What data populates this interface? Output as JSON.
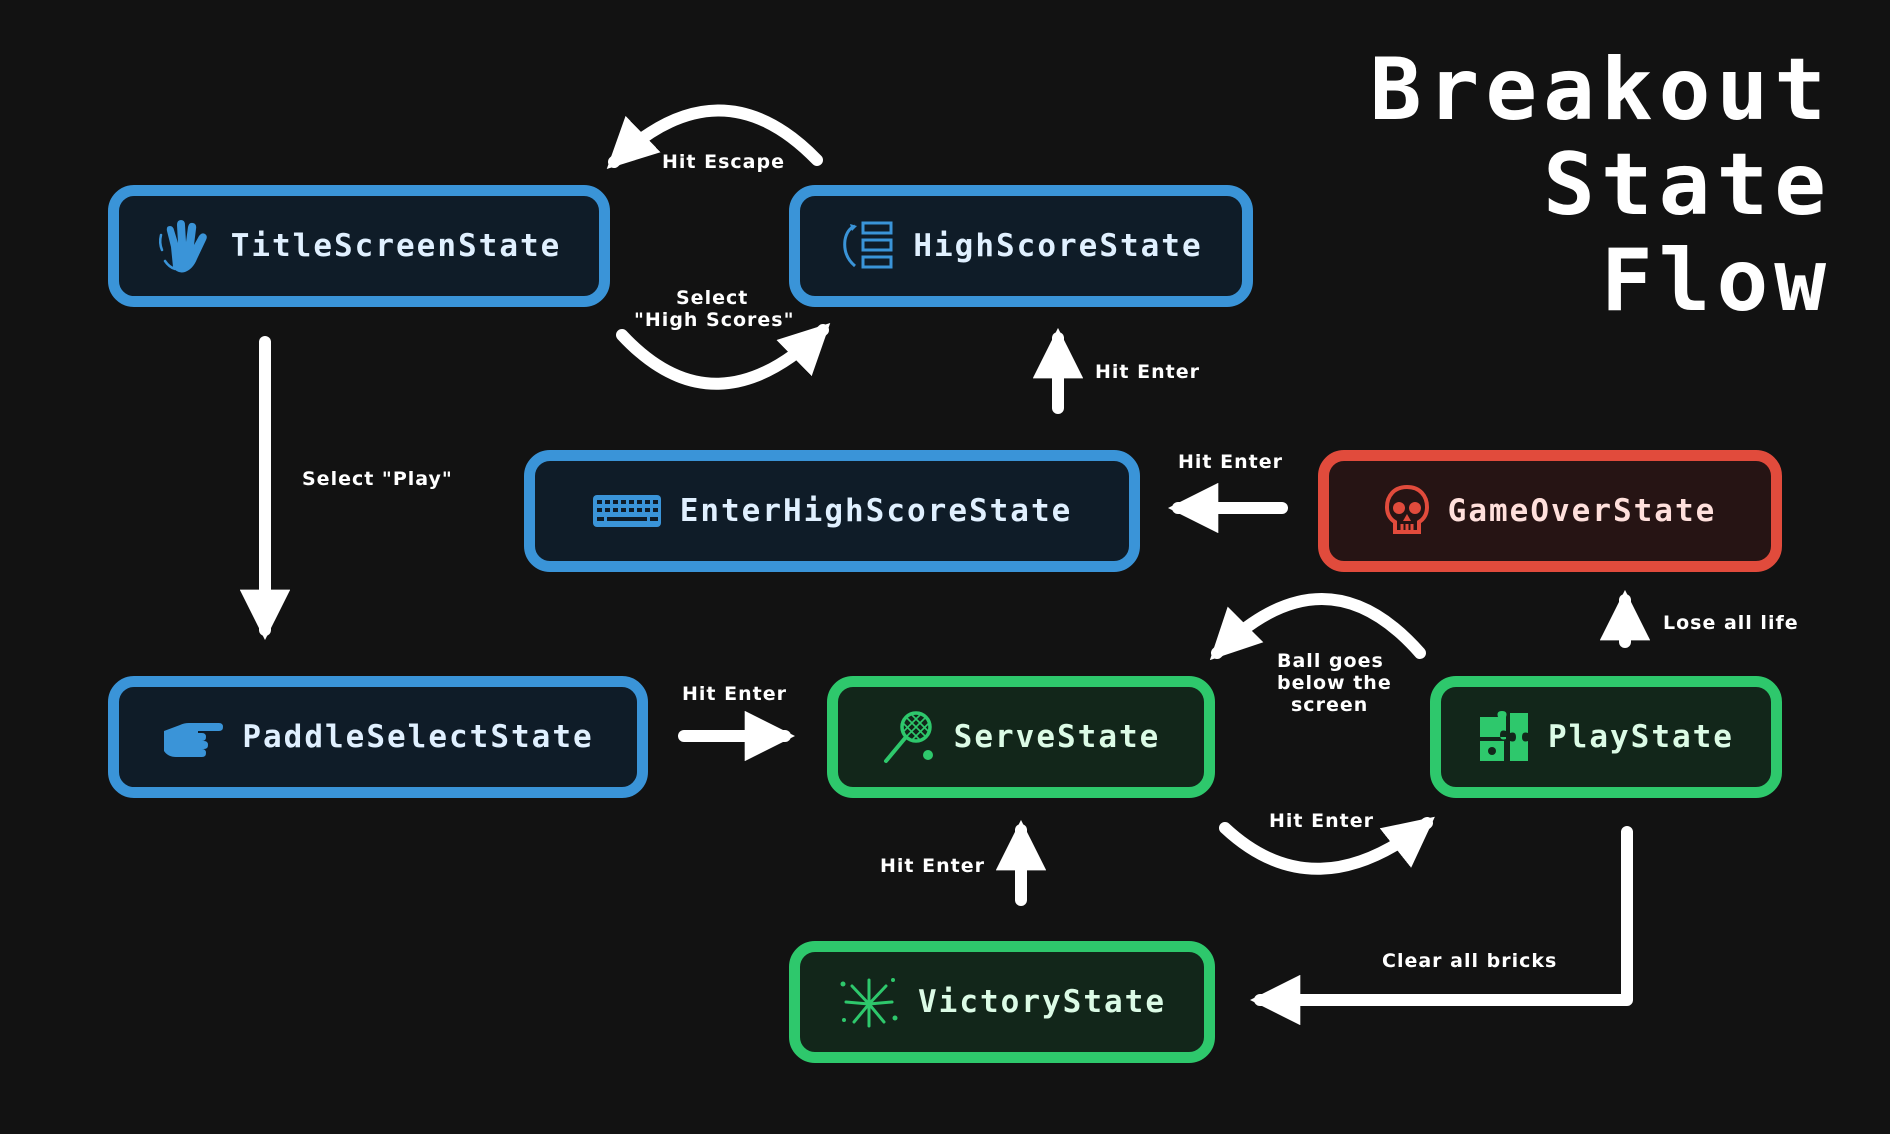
{
  "title": {
    "line1": "Breakout",
    "line2": "State",
    "line3": "Flow"
  },
  "colors": {
    "background": "#121212",
    "blue": "#3a94d8",
    "red": "#e14b3c",
    "green": "#2ec86c",
    "arrow": "#ffffff"
  },
  "states": {
    "title_screen": {
      "label": "TitleScreenState",
      "icon": "waving-hand-icon"
    },
    "high_score": {
      "label": "HighScoreState",
      "icon": "leaderboard-icon"
    },
    "enter_high_score": {
      "label": "EnterHighScoreState",
      "icon": "keyboard-icon"
    },
    "game_over": {
      "label": "GameOverState",
      "icon": "skull-icon"
    },
    "paddle_select": {
      "label": "PaddleSelectState",
      "icon": "pointing-hand-icon"
    },
    "serve": {
      "label": "ServeState",
      "icon": "tennis-racket-icon"
    },
    "play": {
      "label": "PlayState",
      "icon": "puzzle-icon"
    },
    "victory": {
      "label": "VictoryState",
      "icon": "fireworks-icon"
    }
  },
  "transitions": {
    "hit_escape": "Hit Escape",
    "select_high_scores_1": "Select",
    "select_high_scores_2": "\"High Scores\"",
    "select_play": "Select \"Play\"",
    "hit_enter_to_high_score": "Hit Enter",
    "hit_enter_from_game_over": "Hit Enter",
    "hit_enter_paddle": "Hit Enter",
    "ball_below_1": "Ball goes",
    "ball_below_2": "below the",
    "ball_below_3": "screen",
    "lose_all_life": "Lose all life",
    "hit_enter_serve_play": "Hit Enter",
    "hit_enter_victory": "Hit Enter",
    "clear_all_bricks": "Clear all bricks"
  }
}
